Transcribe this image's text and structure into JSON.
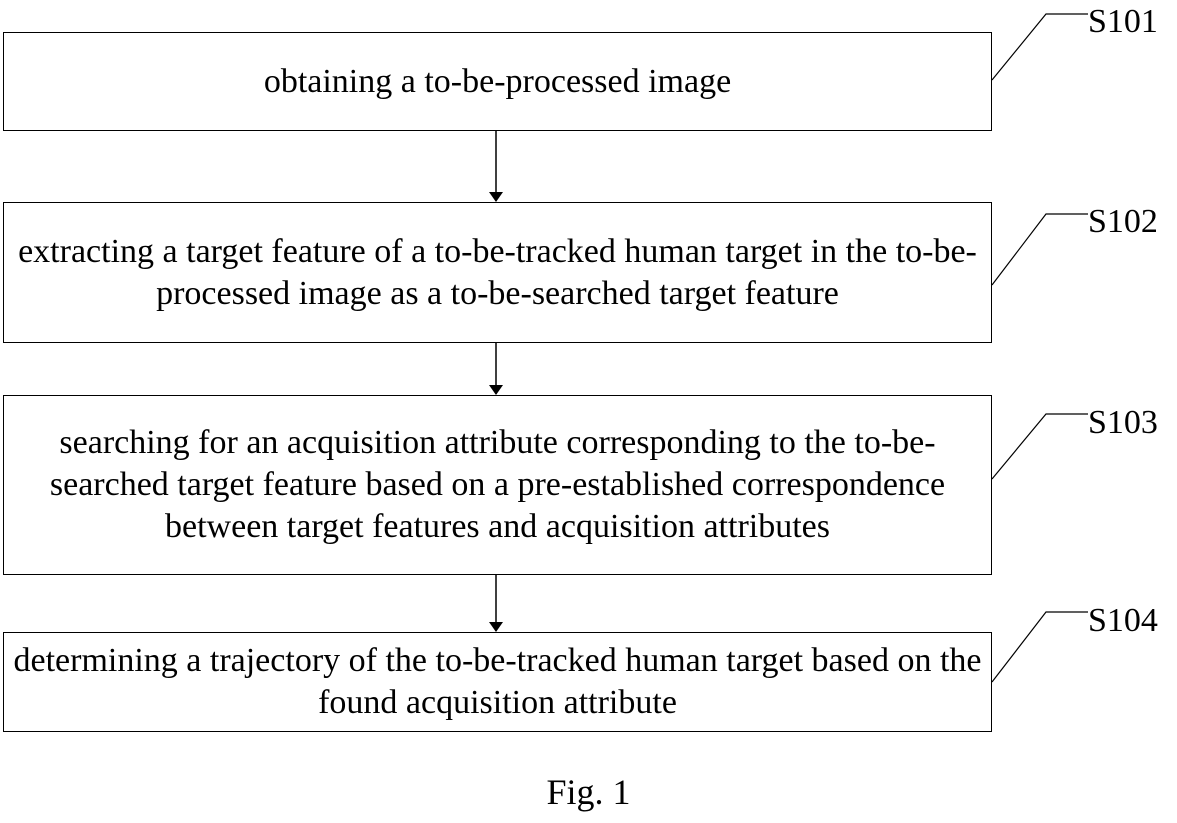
{
  "figure": {
    "caption": "Fig. 1",
    "steps": [
      {
        "label": "S101",
        "text": "obtaining a to-be-processed image"
      },
      {
        "label": "S102",
        "text": "extracting a target feature of a to-be-tracked human target in the to-be-processed image as a to-be-searched target feature"
      },
      {
        "label": "S103",
        "text": "searching for an acquisition attribute corresponding to the to-be-searched target feature based on a pre-established correspondence between target features and acquisition attributes"
      },
      {
        "label": "S104",
        "text": "determining a trajectory of the to-be-tracked human target based on the found acquisition attribute"
      }
    ]
  }
}
